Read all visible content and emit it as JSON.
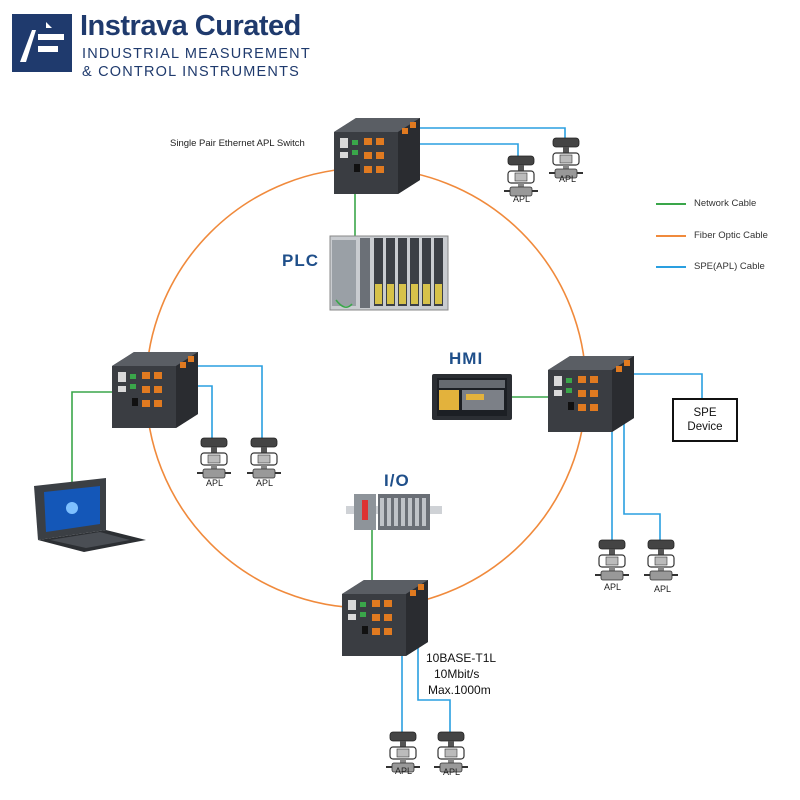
{
  "brand": {
    "name": "Instrava Curated",
    "line1": "INDUSTRIAL MEASUREMENT",
    "line2": "& CONTROL INSTRUMENTS",
    "color": "#1f3a6d"
  },
  "labels": {
    "switch_top": "Single Pair Ethernet APL Switch",
    "plc": "PLC",
    "hmi": "HMI",
    "io": "I/O",
    "spe_line1": "SPE",
    "spe_line2": "Device",
    "spec_line1": "10BASE-T1L",
    "spec_line2": "10Mbit/s",
    "spec_line3": "Max.1000m",
    "apl": "APL"
  },
  "legend": [
    {
      "label": "Network Cable",
      "color": "#3aa64a"
    },
    {
      "label": "Fiber Optic Cable",
      "color": "#f08a3c"
    },
    {
      "label": "SPE(APL) Cable",
      "color": "#2a9fe0"
    }
  ],
  "colors": {
    "network": "#3aa64a",
    "fiber": "#f08a3c",
    "spe": "#2a9fe0",
    "device": "#3a3d42"
  }
}
